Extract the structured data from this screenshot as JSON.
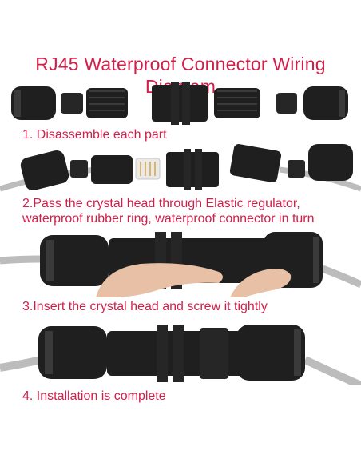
{
  "title": "RJ45 Waterproof Connector Wiring Diagram",
  "steps": [
    {
      "text": "1. Disassemble each part"
    },
    {
      "text": "2.Pass the crystal head through Elastic regulator,"
    },
    {
      "text": "waterproof rubber ring, waterproof connector in turn"
    },
    {
      "text": "3.Insert the crystal head and screw it tightly"
    },
    {
      "text": "4. Installation is complete"
    }
  ],
  "colors": {
    "text": "#d21f4a",
    "connector": "#1f1f1f",
    "connector_highlight": "#3a3a3a",
    "cable": "#bcbcbc",
    "skin": "#e8c0a6"
  }
}
